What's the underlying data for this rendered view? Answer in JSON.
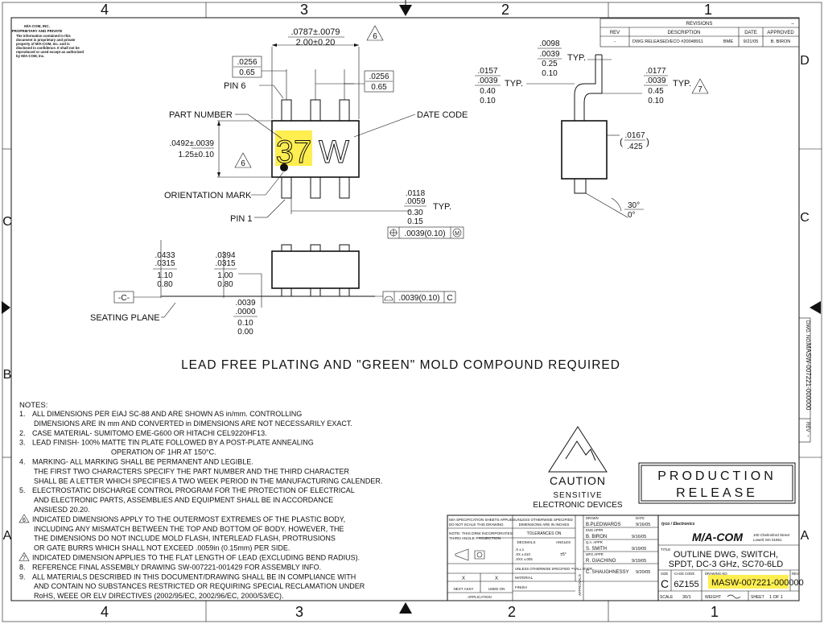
{
  "zones": {
    "top": [
      "4",
      "3",
      "2",
      "1"
    ],
    "bottom": [
      "4",
      "3",
      "2",
      "1"
    ],
    "left": [
      "C",
      "B",
      "A"
    ],
    "right": [
      "D",
      "C",
      "A"
    ]
  },
  "proprietary": {
    "header1": "M/A-COM, INC.",
    "header2": "PROPRIETARY AND PRIVATE",
    "body": "The information contained in this document is proprietary and private property of M/A-COM, Inc. and is disclosed in confidence. It shall not be reproduced or used except as authorized by M/A-COM, Inc."
  },
  "revisions": {
    "title": "REVISIONS",
    "headers": [
      "REV",
      "DESCRIPTION",
      "DATE",
      "APPROVED"
    ],
    "rows": [
      {
        "rev": "-",
        "description": "DWG RELEASED/ECO #20048911",
        "by": "BME",
        "date": "9/21/05",
        "approved": "B. BIRON"
      }
    ]
  },
  "top_view": {
    "body_width_in": ".0787±.0079",
    "body_width_mm": "2.00±0.20",
    "note_6": "6",
    "lead_pitch_left_in": ".0256",
    "lead_pitch_left_mm": "0.65",
    "lead_pitch_right_in": ".0256",
    "lead_pitch_right_mm": "0.65",
    "pin6": "PIN 6",
    "part_number": "PART NUMBER",
    "date_code": "DATE CODE",
    "marking_part": "37",
    "marking_date": "W",
    "height_in": ".0492±.0039",
    "height_mm": "1.25±0.10",
    "note_6b": "6",
    "orientation_mark": "ORIENTATION MARK",
    "pin1": "PIN 1",
    "lead_w_in1": ".0118",
    "lead_w_in2": ".0059",
    "lead_w_mm1": "0.30",
    "lead_w_mm2": "0.15",
    "lead_w_typ": "TYP.",
    "position_tol": ".0039(0.10)",
    "position_mod": "M"
  },
  "side_view": {
    "thk_in1": ".0098",
    "thk_in2": ".0039",
    "thk_mm1": "0.25",
    "thk_mm2": "0.10",
    "thk_typ": "TYP.",
    "lead_in1": ".0157",
    "lead_in2": ".0039",
    "lead_mm1": "0.40",
    "lead_mm2": "0.10",
    "lead_typ": "TYP.",
    "foot_in1": ".0177",
    "foot_in2": ".0039",
    "foot_mm1": "0.45",
    "foot_mm2": "0.10",
    "foot_typ": "TYP.",
    "note_7": "7",
    "ref_in": ".0167",
    "ref_mm": ".425",
    "angle1": "30°",
    "angle2": "0°"
  },
  "front_view": {
    "h_in1": ".0433",
    "h_in2": ".0315",
    "h_mm1": "1.10",
    "h_mm2": "0.80",
    "b_in1": ".0394",
    "b_in2": ".0315",
    "b_mm1": "1.00",
    "b_mm2": "0.80",
    "datum": "-C-",
    "seating_plane": "SEATING PLANE",
    "s_in1": ".0039",
    "s_in2": ".0000",
    "s_mm1": "0.10",
    "s_mm2": "0.00",
    "flatness_tol": ".0039(0.10)",
    "flatness_datum": "C"
  },
  "banner": "LEAD FREE PLATING AND \"GREEN\" MOLD COMPOUND REQUIRED",
  "notes": {
    "title": "NOTES:",
    "lines": [
      {
        "num": "1.",
        "text": "ALL DIMENSIONS PER EIAJ SC-88 AND ARE SHOWN AS in/mm. CONTROLLING"
      },
      {
        "num": "",
        "text": "DIMENSIONS ARE IN mm AND CONVERTED in DIMENSIONS ARE NOT NECESSARILY EXACT."
      },
      {
        "num": "2.",
        "text": "CASE MATERIAL- SUMITOMO EME-G600 OR HITACHI CEL9220HF13."
      },
      {
        "num": "3.",
        "text": "LEAD FINISH- 100% MATTE TIN PLATE FOLLOWED BY A POST-PLATE ANNEALING"
      },
      {
        "num": "",
        "text": "OPERATION OF 1HR AT 150°C."
      },
      {
        "num": "4.",
        "text": "MARKING- ALL MARKING SHALL BE PERMANENT AND LEGIBLE."
      },
      {
        "num": "",
        "text": "THE FIRST TWO CHARACTERS SPECIFY THE PART NUMBER AND THE THIRD CHARACTER"
      },
      {
        "num": "",
        "text": "SHALL BE A LETTER WHICH SPECIFIES A TWO WEEK PERIOD IN THE MANUFACTURING CALENDER."
      },
      {
        "num": "5.",
        "text": "ELECTROSTATIC DISCHARGE CONTROL PROGRAM FOR THE PROTECTION OF ELECTRICAL"
      },
      {
        "num": "",
        "text": "AND ELECTRONIC PARTS, ASSEMBLIES AND EQUIPMENT SHALL BE IN ACCORDANCE"
      },
      {
        "num": "",
        "text": "ANSI/ESD 20.20."
      },
      {
        "num": "6",
        "text": "INDICATED DIMENSIONS APPLY TO THE OUTERMOST EXTREMES OF THE PLASTIC BODY,"
      },
      {
        "num": "",
        "text": "INCLUDING ANY MISMATCH BETWEEN THE TOP AND BOTTOM OF BODY.  HOWEVER, THE"
      },
      {
        "num": "",
        "text": "THE DIMENSIONS DO NOT INCLUDE MOLD FLASH, INTERLEAD FLASH, PROTRUSIONS"
      },
      {
        "num": "",
        "text": "OR GATE BURRS WHICH SHALL NOT EXCEED .0059in (0.15mm) PER SIDE."
      },
      {
        "num": "7",
        "text": "INDICATED DIMENSION APPLIES TO THE FLAT LENGTH OF LEAD (EXCLUDING BEND RADIUS)."
      },
      {
        "num": "8.",
        "text": "REFERENCE FINAL ASSEMBLY DRAWING SW-007221-001429 FOR ASSEMBLY INFO."
      },
      {
        "num": "9.",
        "text": "ALL MATERIALS DESCRIBED IN THIS DOCUMENT/DRAWING SHALL BE IN COMPLIANCE WITH"
      },
      {
        "num": "",
        "text": "AND CONTAIN NO SUBSTANCES RESTRICTED OR REQUIRING SPECIAL RECLAMATION UNDER"
      },
      {
        "num": "",
        "text": "RoHS, WEEE OR ELV DIRECTIVES (2002/95/EC, 2002/96/EC, 2000/53/EC)."
      }
    ]
  },
  "caution": {
    "title": "CAUTION",
    "line1": "SENSITIVE",
    "line2": "ELECTRONIC DEVICES"
  },
  "release": {
    "line1": "PRODUCTION",
    "line2": "RELEASE"
  },
  "title_block": {
    "spec_note1": "M/A SPECIFICATION SHEETS APPLIES",
    "spec_note2": "DO NOT SCALE THIS DRAWING",
    "unless1": "UNLESS OTHERWISE SPECIFIED",
    "unless2": "DIMENSIONS ARE IN INCHES",
    "tol_label": "TOLERANCES ON",
    "decimals_label": "DECIMALS",
    "angles_label": "ANGLES",
    "dec_x": ".X ±.1",
    "dec_xx": ".XX ±.010",
    "dec_xxx": ".XXX ±.005",
    "angle_tol": "±5°",
    "projection1": "NOTE: THIS DRW INCORPORATES",
    "projection2": "THIRD ANGLE PROJECTION",
    "finish_spec": "UNLESS OTHERWISE SPECIFIED ¹²⁵/ALL OVER",
    "material": "MATERIAL",
    "finish": "FINISH",
    "next_assy": "NEXT ASSY",
    "used_on": "USED ON",
    "application": "APPLICATION",
    "drawn_label": "DRAWN",
    "drawn_name": "B.PLEDWARDS",
    "drawn_date": "9/16/05",
    "date_label": "DATE",
    "eng_label": "ENG APPR",
    "eng_name": "B. BIRON",
    "eng_date": "9/16/05",
    "qa_label": "Q.A. APPR",
    "qa_name": "S. SMITH",
    "qa_date": "9/19/05",
    "mfg_label": "MFG APPR",
    "mfg_name": "R. GIACHINO",
    "mfg_date": "9/19/05",
    "approvals_name": "C. SHAUGHNESSY",
    "approvals_date": "9/20/05",
    "approvals": "APPROVALS",
    "x": "X",
    "company_sub": "tyco / Electronics",
    "company": "M/A-COM",
    "address1": "100 Chelmsford Street",
    "address2": "Lowell, MA 01851",
    "title_label": "TITLE",
    "title1": "OUTLINE DWG, SWITCH,",
    "title2": "SPDT, DC-3 GHz, SC70-6LD",
    "size_label": "SIZE",
    "size": "C",
    "cage_label": "CAGE CODE",
    "cage": "6Z155",
    "dwg_no_label": "DRAWING NO.",
    "dwg_no": "MASW-007221-000000",
    "rev_label": "REV",
    "scale_label": "SCALE",
    "scale": "30/1",
    "weight_label": "WEIGHT",
    "sheet_label": "SHEET",
    "sheet": "1 OF 1"
  },
  "side_tab": {
    "dwg_no_label": "DWG. NO.",
    "dwg_no": "MASW-007221-000000",
    "rev_label": "REV",
    "rev": "-"
  },
  "colors": {
    "highlight": "#ffec3d",
    "ink": "#111111"
  }
}
